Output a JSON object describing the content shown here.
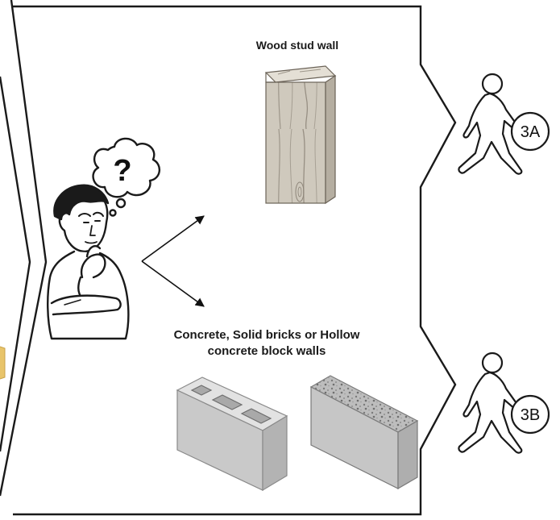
{
  "labels": {
    "wood_wall": "Wood stud wall",
    "masonry_line1": "Concrete, Solid bricks or Hollow",
    "masonry_line2": "concrete block walls"
  },
  "badges": {
    "option_a": "3A",
    "option_b": "3B"
  },
  "icons": {
    "question": "?",
    "thinker": "thinking-person-icon",
    "walker": "walking-person-icon"
  },
  "colors": {
    "outline": "#1a1a1a",
    "wood": "#c9c3b8",
    "concrete": "#c8c8c8"
  }
}
